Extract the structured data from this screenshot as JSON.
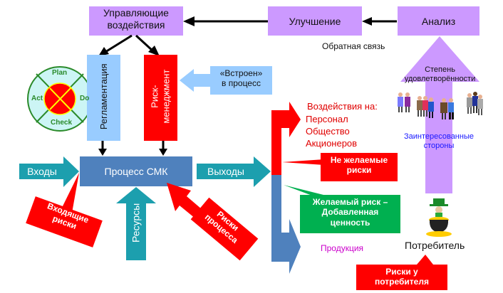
{
  "colors": {
    "purple": "#cc99ff",
    "light_blue": "#99ccff",
    "red": "#ff0000",
    "teal": "#1c9fae",
    "steel_blue": "#4f81bd",
    "green": "#00b050",
    "pdca_green": "#2a8a2a",
    "pdca_fill": "#ccf5f5",
    "pdca_center": "#ff0000",
    "pdca_cross": "#ffff00",
    "blue_text": "#1a1aff",
    "magenta_text": "#cc00cc",
    "dark_red_text": "#e00000"
  },
  "top": {
    "control": "Управляющие воздействия",
    "control_line1": "Управляющие",
    "control_line2": "воздействия",
    "improvement": "Улучшение",
    "analysis": "Анализ",
    "feedback": "Обратная связь"
  },
  "pdca": {
    "plan": "Plan",
    "do": "Do",
    "check": "Check",
    "act": "Act"
  },
  "regulation": "Регламентация",
  "risk_management_line1": "Риск-",
  "risk_management_line2": "менеджмент",
  "built_in_line1": "«Встроен»",
  "built_in_line2": "в процесс",
  "process": {
    "inputs": "Входы",
    "qms_process": "Процесс СМК",
    "outputs": "Выходы",
    "resources": "Ресурсы",
    "incoming_risks_line1": "Входящие",
    "incoming_risks_line2": "риски",
    "process_risks_line1": "Риски",
    "process_risks_line2": "процесса"
  },
  "impacts": {
    "title": "Воздействия на:",
    "items": [
      "Персонал",
      "Общество",
      "Акционеров"
    ]
  },
  "unwanted_risks_line1": "Не желаемые",
  "unwanted_risks_line2": "риски",
  "wanted_risk_line1": "Желаемый риск –",
  "wanted_risk_line2": "Добавленная",
  "wanted_risk_line3": "ценность",
  "product": "Продукция",
  "satisfaction_line1": "Степень",
  "satisfaction_line2": "удовлетворённости",
  "stakeholders_line1": "Заинтересованные",
  "stakeholders_line2": "стороны",
  "consumer": "Потребитель",
  "consumer_risks_line1": "Риски у",
  "consumer_risks_line2": "потребителя",
  "icons": {
    "people": "people-group-icon",
    "consumer": "leprechaun-pot-of-gold-icon"
  }
}
